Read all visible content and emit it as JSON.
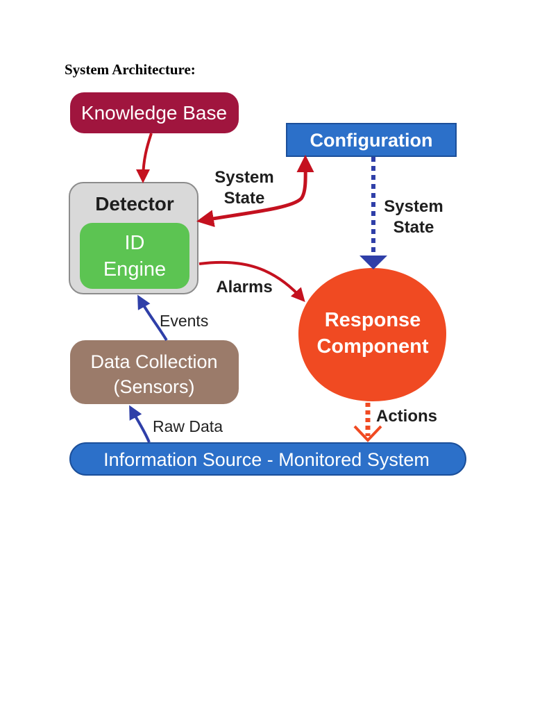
{
  "page": {
    "heading": "System Architecture:"
  },
  "diagram": {
    "nodes": {
      "knowledge_base": {
        "label": "Knowledge Base",
        "color": "#a0153e"
      },
      "configuration": {
        "label": "Configuration",
        "color": "#2c70c9"
      },
      "detector": {
        "label": "Detector",
        "color": "#d9d9d9"
      },
      "id_engine": {
        "line1": "ID",
        "line2": "Engine",
        "color": "#5cc452"
      },
      "response_component": {
        "line1": "Response",
        "line2": "Component",
        "color": "#f04a22"
      },
      "data_collection": {
        "line1": "Data Collection",
        "line2": "(Sensors)",
        "color": "#9b7b6a"
      },
      "information_source": {
        "label": "Information Source - Monitored System",
        "color": "#2c70c9"
      }
    },
    "edges": {
      "system_state_left": {
        "line1": "System",
        "line2": "State",
        "color": "#c4111f"
      },
      "system_state_right": {
        "line1": "System",
        "line2": "State",
        "color": "#2f3fa8"
      },
      "alarms": {
        "label": "Alarms",
        "color": "#c4111f"
      },
      "events": {
        "label": "Events",
        "color": "#2f3fa8"
      },
      "raw_data": {
        "label": "Raw Data",
        "color": "#2f3fa8"
      },
      "actions": {
        "label": "Actions",
        "color": "#f04a22"
      },
      "kb_to_detector": {
        "color": "#c4111f"
      }
    }
  }
}
